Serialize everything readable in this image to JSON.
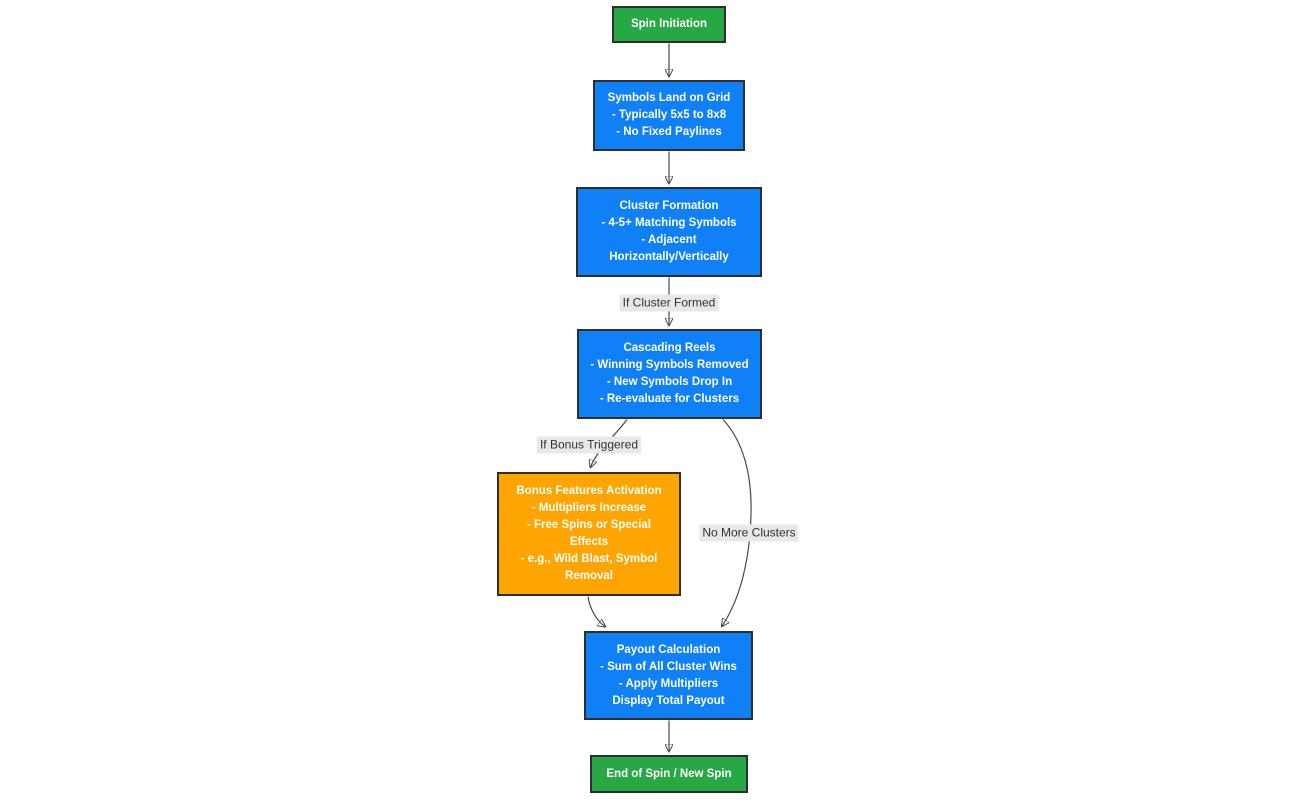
{
  "diagram_type": "flowchart",
  "nodes": [
    {
      "id": "spin-initiation",
      "label": "Spin Initiation",
      "fill": "#28a745"
    },
    {
      "id": "symbols-land-on-grid",
      "label": "Symbols Land on Grid\n- Typically 5x5 to 8x8\n- No Fixed Paylines",
      "fill": "#1080f7"
    },
    {
      "id": "cluster-formation",
      "label": "Cluster Formation\n- 4-5+ Matching Symbols\n- Adjacent\nHorizontally/Vertically",
      "fill": "#1080f7"
    },
    {
      "id": "cascading-reels",
      "label": "Cascading Reels\n- Winning Symbols Removed\n- New Symbols Drop In\n- Re-evaluate for Clusters",
      "fill": "#1080f7"
    },
    {
      "id": "bonus-features-activation",
      "label": "Bonus Features Activation\n- Multipliers Increase\n- Free Spins or Special\nEffects\n- e.g., Wild Blast, Symbol\nRemoval",
      "fill": "#ffa502"
    },
    {
      "id": "payout-calculation",
      "label": "Payout Calculation\n- Sum of All Cluster Wins\n- Apply Multipliers\nDisplay Total Payout",
      "fill": "#1080f7"
    },
    {
      "id": "end-of-spin",
      "label": "End of Spin / New Spin",
      "fill": "#28a745"
    }
  ],
  "edges": [
    {
      "from": "spin-initiation",
      "to": "symbols-land-on-grid",
      "label": ""
    },
    {
      "from": "symbols-land-on-grid",
      "to": "cluster-formation",
      "label": ""
    },
    {
      "from": "cluster-formation",
      "to": "cascading-reels",
      "label": "If Cluster Formed"
    },
    {
      "from": "cascading-reels",
      "to": "bonus-features-activation",
      "label": "If Bonus Triggered"
    },
    {
      "from": "cascading-reels",
      "to": "payout-calculation",
      "label": "No More Clusters"
    },
    {
      "from": "bonus-features-activation",
      "to": "payout-calculation",
      "label": ""
    },
    {
      "from": "payout-calculation",
      "to": "end-of-spin",
      "label": ""
    }
  ],
  "colors": {
    "node_green": "#28a745",
    "node_blue": "#1080f7",
    "node_orange": "#ffa502",
    "node_border": "#2e2e2e",
    "node_text": "#ffffff",
    "edge_line": "#4a4a4a",
    "edge_label_bg": "#e8e8e8",
    "edge_label_text": "#333333",
    "canvas_bg": "#ffffff"
  }
}
